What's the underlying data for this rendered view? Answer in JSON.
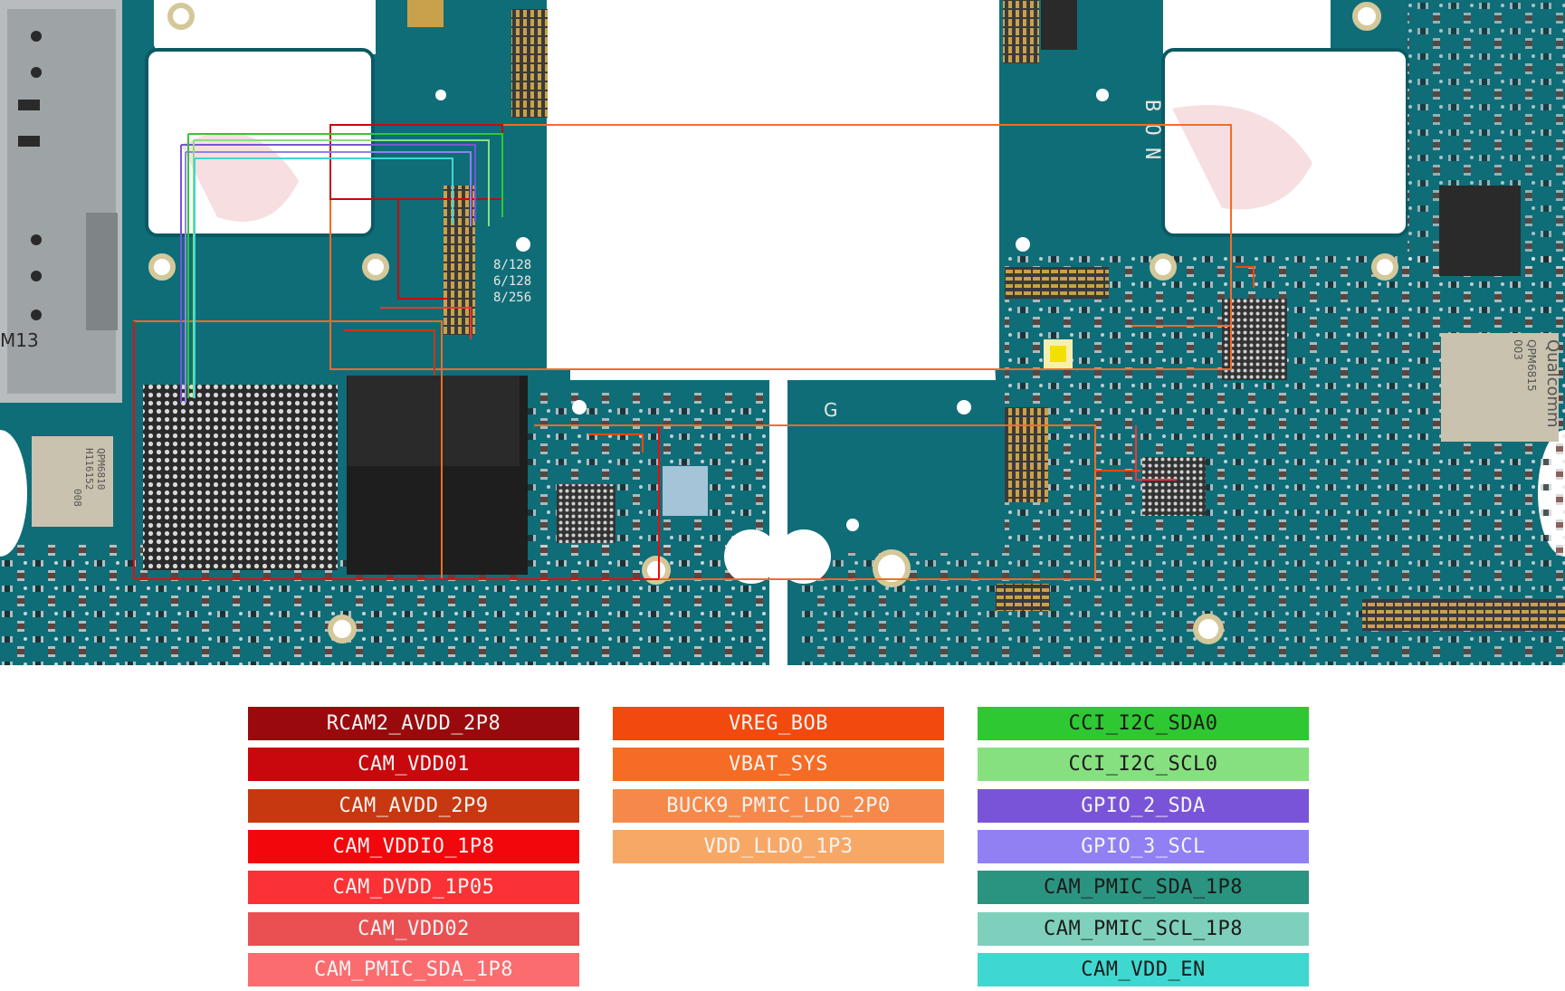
{
  "board": {
    "silkscreen": {
      "b_on": "B O N",
      "mem_variants": [
        "8/128",
        "6/128",
        "8/256"
      ],
      "qualcomm_chip": [
        "Qualcomm",
        "QPM6815",
        "003"
      ],
      "pmic_small": [
        "QPM6810",
        "H116152",
        "008"
      ],
      "board_code": "M13",
      "brand_mark": "G"
    }
  },
  "legend": {
    "columns": [
      [
        {
          "label": "RCAM2_AVDD_2P8",
          "color": "#9a0a0c",
          "text": "light"
        },
        {
          "label": "CAM_VDD01",
          "color": "#c8080c",
          "text": "light"
        },
        {
          "label": "CAM_AVDD_2P9",
          "color": "#c83810",
          "text": "light"
        },
        {
          "label": "CAM_VDDIO_1P8",
          "color": "#f2080c",
          "text": "light"
        },
        {
          "label": "CAM_DVDD_1P05",
          "color": "#fa3236",
          "text": "light"
        },
        {
          "label": "CAM_VDD02",
          "color": "#ea5052",
          "text": "light"
        },
        {
          "label": "CAM_PMIC_SDA_1P8",
          "color": "#fa6c6e",
          "text": "light"
        }
      ],
      [
        {
          "label": "VREG_BOB",
          "color": "#f24a0e",
          "text": "light"
        },
        {
          "label": "VBAT_SYS",
          "color": "#f66c24",
          "text": "light"
        },
        {
          "label": "BUCK9_PMIC_LDO_2P0",
          "color": "#f6894a",
          "text": "light"
        },
        {
          "label": "VDD_LLDO_1P3",
          "color": "#f8a866",
          "text": "light"
        }
      ],
      [
        {
          "label": "CCI_I2C_SDA0",
          "color": "#2ec832",
          "text": "dark"
        },
        {
          "label": "CCI_I2C_SCL0",
          "color": "#86e080",
          "text": "dark"
        },
        {
          "label": "GPIO_2_SDA",
          "color": "#7a54d8",
          "text": "light"
        },
        {
          "label": "GPIO_3_SCL",
          "color": "#9080f4",
          "text": "light"
        },
        {
          "label": "CAM_PMIC_SDA_1P8",
          "color": "#2a9480",
          "text": "dark"
        },
        {
          "label": "CAM_PMIC_SCL_1P8",
          "color": "#7ed0bc",
          "text": "dark"
        },
        {
          "label": "CAM_VDD_EN",
          "color": "#3ed8d0",
          "text": "dark"
        }
      ]
    ]
  }
}
